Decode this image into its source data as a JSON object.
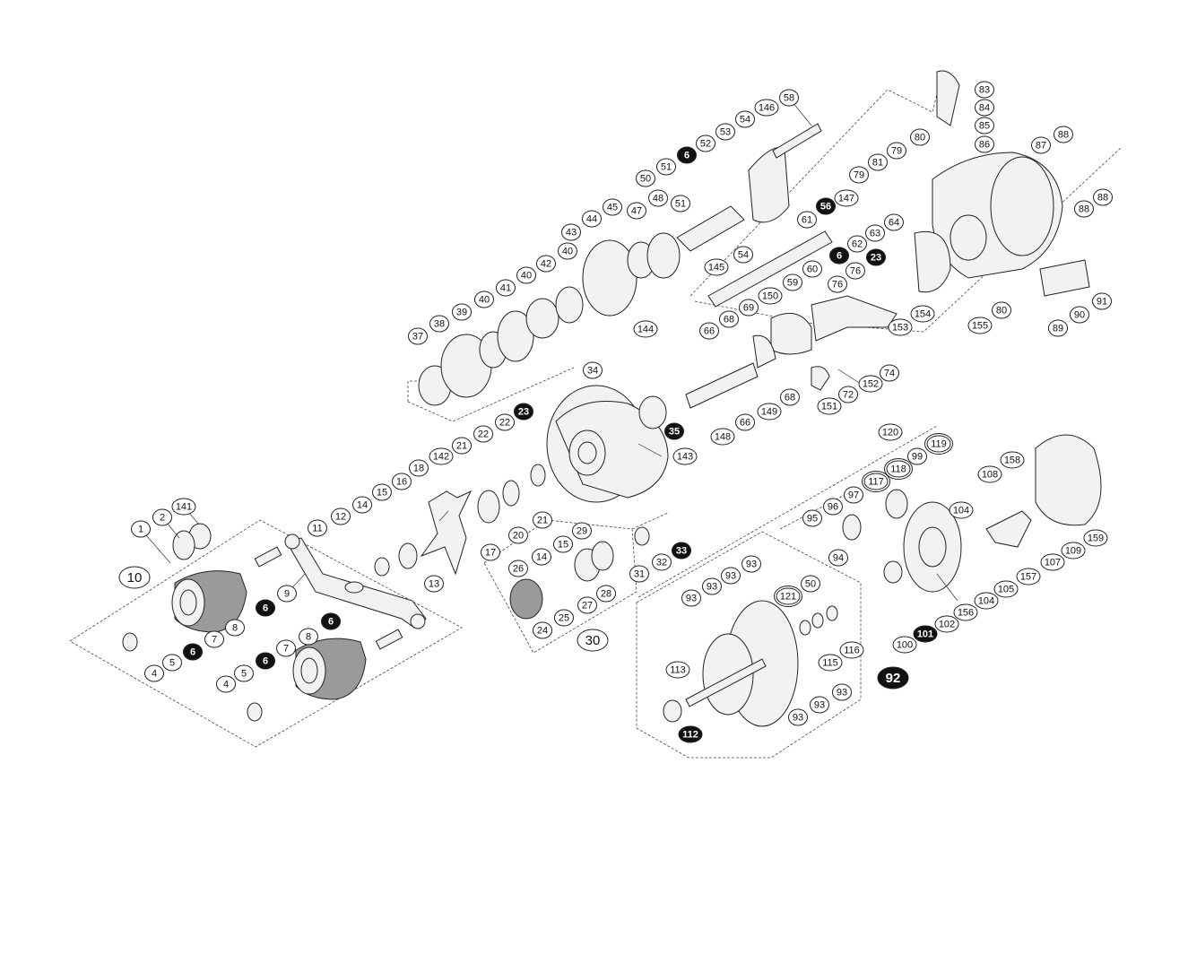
{
  "diagram": {
    "callouts": [
      {
        "id": "c1",
        "text": "1",
        "style": "white"
      },
      {
        "id": "c2",
        "text": "2",
        "style": "white"
      },
      {
        "id": "c141",
        "text": "141",
        "style": "white"
      },
      {
        "id": "c10",
        "text": "10",
        "style": "white",
        "big": true
      },
      {
        "id": "c4a",
        "text": "4",
        "style": "white"
      },
      {
        "id": "c5a",
        "text": "5",
        "style": "white"
      },
      {
        "id": "c6a",
        "text": "6",
        "style": "black"
      },
      {
        "id": "c7a",
        "text": "7",
        "style": "white"
      },
      {
        "id": "c8a",
        "text": "8",
        "style": "white"
      },
      {
        "id": "c6b",
        "text": "6",
        "style": "black"
      },
      {
        "id": "c9",
        "text": "9",
        "style": "white"
      },
      {
        "id": "c11",
        "text": "11",
        "style": "white"
      },
      {
        "id": "c12",
        "text": "12",
        "style": "white"
      },
      {
        "id": "c13",
        "text": "13",
        "style": "white"
      },
      {
        "id": "c14a",
        "text": "14",
        "style": "white"
      },
      {
        "id": "c15a",
        "text": "15",
        "style": "white"
      },
      {
        "id": "c16",
        "text": "16",
        "style": "white"
      },
      {
        "id": "c18",
        "text": "18",
        "style": "white"
      },
      {
        "id": "c142",
        "text": "142",
        "style": "white"
      },
      {
        "id": "c17",
        "text": "17",
        "style": "white"
      },
      {
        "id": "c21a",
        "text": "21",
        "style": "white"
      },
      {
        "id": "c22a",
        "text": "22",
        "style": "white"
      },
      {
        "id": "c22b",
        "text": "22",
        "style": "white"
      },
      {
        "id": "c23a",
        "text": "23",
        "style": "black"
      },
      {
        "id": "c20",
        "text": "20",
        "style": "white"
      },
      {
        "id": "c21b",
        "text": "21",
        "style": "white"
      },
      {
        "id": "c6c",
        "text": "6",
        "style": "black"
      },
      {
        "id": "c4b",
        "text": "4",
        "style": "white"
      },
      {
        "id": "c5b",
        "text": "5",
        "style": "white"
      },
      {
        "id": "c6d",
        "text": "6",
        "style": "black"
      },
      {
        "id": "c7b",
        "text": "7",
        "style": "white"
      },
      {
        "id": "c8b",
        "text": "8",
        "style": "white"
      },
      {
        "id": "c29",
        "text": "29",
        "style": "white"
      },
      {
        "id": "c15b",
        "text": "15",
        "style": "white"
      },
      {
        "id": "c14b",
        "text": "14",
        "style": "white"
      },
      {
        "id": "c26",
        "text": "26",
        "style": "white"
      },
      {
        "id": "c27",
        "text": "27",
        "style": "white"
      },
      {
        "id": "c28",
        "text": "28",
        "style": "white"
      },
      {
        "id": "c25",
        "text": "25",
        "style": "white"
      },
      {
        "id": "c24",
        "text": "24",
        "style": "white"
      },
      {
        "id": "c30",
        "text": "30",
        "style": "white",
        "big": true
      },
      {
        "id": "c31",
        "text": "31",
        "style": "white"
      },
      {
        "id": "c32",
        "text": "32",
        "style": "white"
      },
      {
        "id": "c33",
        "text": "33",
        "style": "black"
      },
      {
        "id": "c34",
        "text": "34",
        "style": "white"
      },
      {
        "id": "c35",
        "text": "35",
        "style": "black"
      },
      {
        "id": "c143",
        "text": "143",
        "style": "white"
      },
      {
        "id": "c37",
        "text": "37",
        "style": "white"
      },
      {
        "id": "c38",
        "text": "38",
        "style": "white"
      },
      {
        "id": "c39",
        "text": "39",
        "style": "white"
      },
      {
        "id": "c40a",
        "text": "40",
        "style": "white"
      },
      {
        "id": "c41",
        "text": "41",
        "style": "white"
      },
      {
        "id": "c40b",
        "text": "40",
        "style": "white"
      },
      {
        "id": "c42",
        "text": "42",
        "style": "white"
      },
      {
        "id": "c40c",
        "text": "40",
        "style": "white"
      },
      {
        "id": "c43",
        "text": "43",
        "style": "white"
      },
      {
        "id": "c44",
        "text": "44",
        "style": "white"
      },
      {
        "id": "c45",
        "text": "45",
        "style": "white"
      },
      {
        "id": "c47",
        "text": "47",
        "style": "white"
      },
      {
        "id": "c48",
        "text": "48",
        "style": "white"
      },
      {
        "id": "c144",
        "text": "144",
        "style": "white"
      },
      {
        "id": "c50a",
        "text": "50",
        "style": "white"
      },
      {
        "id": "c51a",
        "text": "51",
        "style": "white"
      },
      {
        "id": "c51b",
        "text": "51",
        "style": "white"
      },
      {
        "id": "c6e",
        "text": "6",
        "style": "black"
      },
      {
        "id": "c52",
        "text": "52",
        "style": "white"
      },
      {
        "id": "c53",
        "text": "53",
        "style": "white"
      },
      {
        "id": "c54a",
        "text": "54",
        "style": "white"
      },
      {
        "id": "c146",
        "text": "146",
        "style": "white"
      },
      {
        "id": "c58",
        "text": "58",
        "style": "white"
      },
      {
        "id": "c54b",
        "text": "54",
        "style": "white"
      },
      {
        "id": "c145",
        "text": "145",
        "style": "white"
      },
      {
        "id": "c56",
        "text": "56",
        "style": "black"
      },
      {
        "id": "c147",
        "text": "147",
        "style": "white"
      },
      {
        "id": "c61",
        "text": "61",
        "style": "white"
      },
      {
        "id": "c62",
        "text": "62",
        "style": "white"
      },
      {
        "id": "c63",
        "text": "63",
        "style": "white"
      },
      {
        "id": "c64",
        "text": "64",
        "style": "white"
      },
      {
        "id": "c6f",
        "text": "6",
        "style": "black"
      },
      {
        "id": "c60",
        "text": "60",
        "style": "white"
      },
      {
        "id": "c59",
        "text": "59",
        "style": "white"
      },
      {
        "id": "c23b",
        "text": "23",
        "style": "black"
      },
      {
        "id": "c79a",
        "text": "79",
        "style": "white"
      },
      {
        "id": "c79b",
        "text": "79",
        "style": "white"
      },
      {
        "id": "c81",
        "text": "81",
        "style": "white"
      },
      {
        "id": "c80a",
        "text": "80",
        "style": "white"
      },
      {
        "id": "c83",
        "text": "83",
        "style": "white"
      },
      {
        "id": "c84",
        "text": "84",
        "style": "white"
      },
      {
        "id": "c85",
        "text": "85",
        "style": "white"
      },
      {
        "id": "c86",
        "text": "86",
        "style": "white"
      },
      {
        "id": "c87",
        "text": "87",
        "style": "white"
      },
      {
        "id": "c88a",
        "text": "88",
        "style": "white"
      },
      {
        "id": "c88b",
        "text": "88",
        "style": "white"
      },
      {
        "id": "c88c",
        "text": "88",
        "style": "white"
      },
      {
        "id": "c76a",
        "text": "76",
        "style": "white"
      },
      {
        "id": "c76b",
        "text": "76",
        "style": "white"
      },
      {
        "id": "c150",
        "text": "150",
        "style": "white"
      },
      {
        "id": "c69",
        "text": "69",
        "style": "white"
      },
      {
        "id": "c68a",
        "text": "68",
        "style": "white"
      },
      {
        "id": "c66a",
        "text": "66",
        "style": "white"
      },
      {
        "id": "c153",
        "text": "153",
        "style": "white"
      },
      {
        "id": "c154",
        "text": "154",
        "style": "white"
      },
      {
        "id": "c155",
        "text": "155",
        "style": "white"
      },
      {
        "id": "c80b",
        "text": "80",
        "style": "white"
      },
      {
        "id": "c89",
        "text": "89",
        "style": "white"
      },
      {
        "id": "c90",
        "text": "90",
        "style": "white"
      },
      {
        "id": "c91",
        "text": "91",
        "style": "white"
      },
      {
        "id": "c74",
        "text": "74",
        "style": "white"
      },
      {
        "id": "c152",
        "text": "152",
        "style": "white"
      },
      {
        "id": "c72",
        "text": "72",
        "style": "white"
      },
      {
        "id": "c151",
        "text": "151",
        "style": "white"
      },
      {
        "id": "c68b",
        "text": "68",
        "style": "white"
      },
      {
        "id": "c149",
        "text": "149",
        "style": "white"
      },
      {
        "id": "c66b",
        "text": "66",
        "style": "white"
      },
      {
        "id": "c148",
        "text": "148",
        "style": "white"
      },
      {
        "id": "c120",
        "text": "120",
        "style": "white"
      },
      {
        "id": "c119",
        "text": "119",
        "style": "white",
        "double": true
      },
      {
        "id": "c118",
        "text": "118",
        "style": "white",
        "double": true
      },
      {
        "id": "c117",
        "text": "117",
        "style": "white",
        "double": true
      },
      {
        "id": "c99",
        "text": "99",
        "style": "white"
      },
      {
        "id": "c104a",
        "text": "104",
        "style": "white"
      },
      {
        "id": "c97",
        "text": "97",
        "style": "white"
      },
      {
        "id": "c96",
        "text": "96",
        "style": "white"
      },
      {
        "id": "c95",
        "text": "95",
        "style": "white"
      },
      {
        "id": "c94",
        "text": "94",
        "style": "white"
      },
      {
        "id": "c108",
        "text": "108",
        "style": "white"
      },
      {
        "id": "c158",
        "text": "158",
        "style": "white"
      },
      {
        "id": "c159",
        "text": "159",
        "style": "white"
      },
      {
        "id": "c109",
        "text": "109",
        "style": "white"
      },
      {
        "id": "c107",
        "text": "107",
        "style": "white"
      },
      {
        "id": "c157",
        "text": "157",
        "style": "white"
      },
      {
        "id": "c105",
        "text": "105",
        "style": "white"
      },
      {
        "id": "c104b",
        "text": "104",
        "style": "white"
      },
      {
        "id": "c156",
        "text": "156",
        "style": "white"
      },
      {
        "id": "c102",
        "text": "102",
        "style": "white"
      },
      {
        "id": "c101",
        "text": "101",
        "style": "black"
      },
      {
        "id": "c100",
        "text": "100",
        "style": "white"
      },
      {
        "id": "c93a",
        "text": "93",
        "style": "white"
      },
      {
        "id": "c93b",
        "text": "93",
        "style": "white"
      },
      {
        "id": "c93c",
        "text": "93",
        "style": "white"
      },
      {
        "id": "c93d",
        "text": "93",
        "style": "white"
      },
      {
        "id": "c121",
        "text": "121",
        "style": "white",
        "double": true
      },
      {
        "id": "c50b",
        "text": "50",
        "style": "white"
      },
      {
        "id": "c115",
        "text": "115",
        "style": "white"
      },
      {
        "id": "c116",
        "text": "116",
        "style": "white"
      },
      {
        "id": "c93e",
        "text": "93",
        "style": "white"
      },
      {
        "id": "c93f",
        "text": "93",
        "style": "white"
      },
      {
        "id": "c93g",
        "text": "93",
        "style": "white"
      },
      {
        "id": "c113",
        "text": "113",
        "style": "white"
      },
      {
        "id": "c112",
        "text": "112",
        "style": "black"
      },
      {
        "id": "c92",
        "text": "92",
        "style": "black",
        "big": true
      }
    ]
  }
}
